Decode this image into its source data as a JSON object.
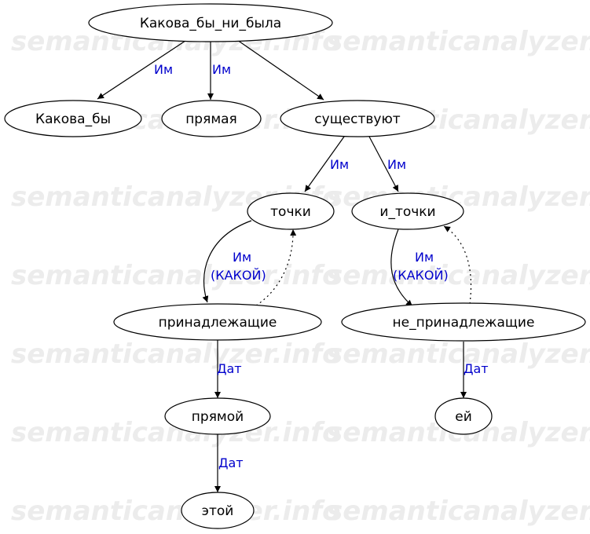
{
  "watermark": "semanticanalyzer.info",
  "colors": {
    "node_stroke": "#000000",
    "edge": "#000000",
    "edge_label": "#0000cc",
    "watermark": "#ececec"
  },
  "nodes": {
    "root": "Какова_бы_ни_была",
    "kakova_by": "Какова_бы",
    "pryamaya": "прямая",
    "sushchestvuyut": "существуют",
    "tochki": "точки",
    "i_tochki": "и_точки",
    "prinadlezhashchie": "принадлежащие",
    "ne_prinadlezhashchie": "не_принадлежащие",
    "pryamoy": "прямой",
    "etoy": "этой",
    "ey": "ей"
  },
  "edges": {
    "root_kakova_by": "Им",
    "root_pryamaya": "Им",
    "sushch_tochki": "Им",
    "sushch_i_tochki": "Им",
    "tochki_prinadl_1": "Им",
    "tochki_prinadl_2": "(КАКОЙ)",
    "i_tochki_ne_prinadl_1": "Им",
    "i_tochki_ne_prinadl_2": "(КАКОЙ)",
    "prinadl_pryamoy": "Дат",
    "pryamoy_etoy": "Дат",
    "ne_prinadl_ey": "Дат"
  }
}
